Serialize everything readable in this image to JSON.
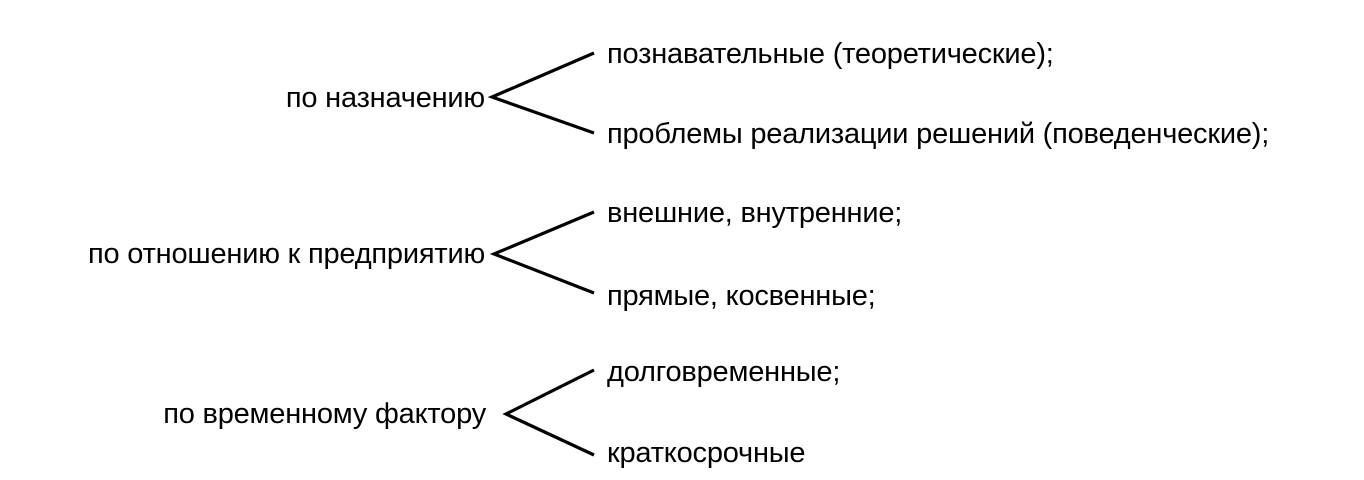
{
  "groups": [
    {
      "category": "по назначению",
      "branches": [
        "познавательные (теоретические);",
        "проблемы реализации решений (поведенческие);"
      ]
    },
    {
      "category": "по отношению к предприятию",
      "branches": [
        "внешние, внутренние;",
        "прямые, косвенные;"
      ]
    },
    {
      "category": "по временному фактору",
      "branches": [
        "долговременные;",
        "краткосрочные"
      ]
    }
  ]
}
